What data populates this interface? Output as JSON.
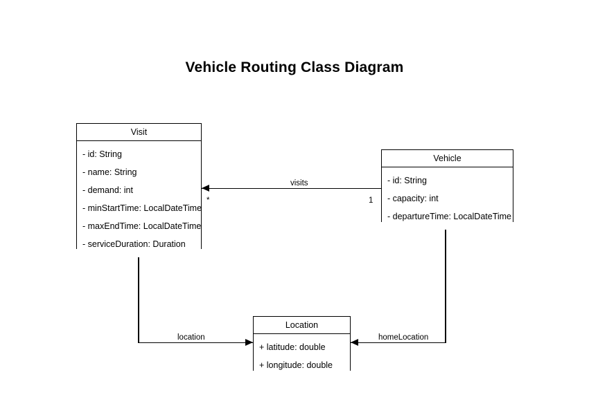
{
  "diagram": {
    "title": "Vehicle Routing Class Diagram",
    "type": "uml-class-diagram",
    "background_color": "#ffffff",
    "line_color": "#000000",
    "text_color": "#000000",
    "classes": [
      {
        "name": "Visit",
        "attributes": [
          "- id: String",
          "- name: String",
          "- demand: int",
          "- minStartTime: LocalDateTime",
          "- maxEndTime: LocalDateTime",
          "- serviceDuration: Duration"
        ]
      },
      {
        "name": "Vehicle",
        "attributes": [
          "- id: String",
          "- capacity: int",
          "- departureTime: LocalDateTime"
        ]
      },
      {
        "name": "Location",
        "attributes": [
          "+ latitude: double",
          "+ longitude: double"
        ]
      }
    ],
    "relationships": [
      {
        "label": "visits",
        "source": "Vehicle",
        "target": "Visit",
        "source_multiplicity": "1",
        "target_multiplicity": "*"
      },
      {
        "label": "location",
        "source": "Visit",
        "target": "Location",
        "source_multiplicity": "",
        "target_multiplicity": ""
      },
      {
        "label": "homeLocation",
        "source": "Vehicle",
        "target": "Location",
        "source_multiplicity": "",
        "target_multiplicity": ""
      }
    ]
  }
}
